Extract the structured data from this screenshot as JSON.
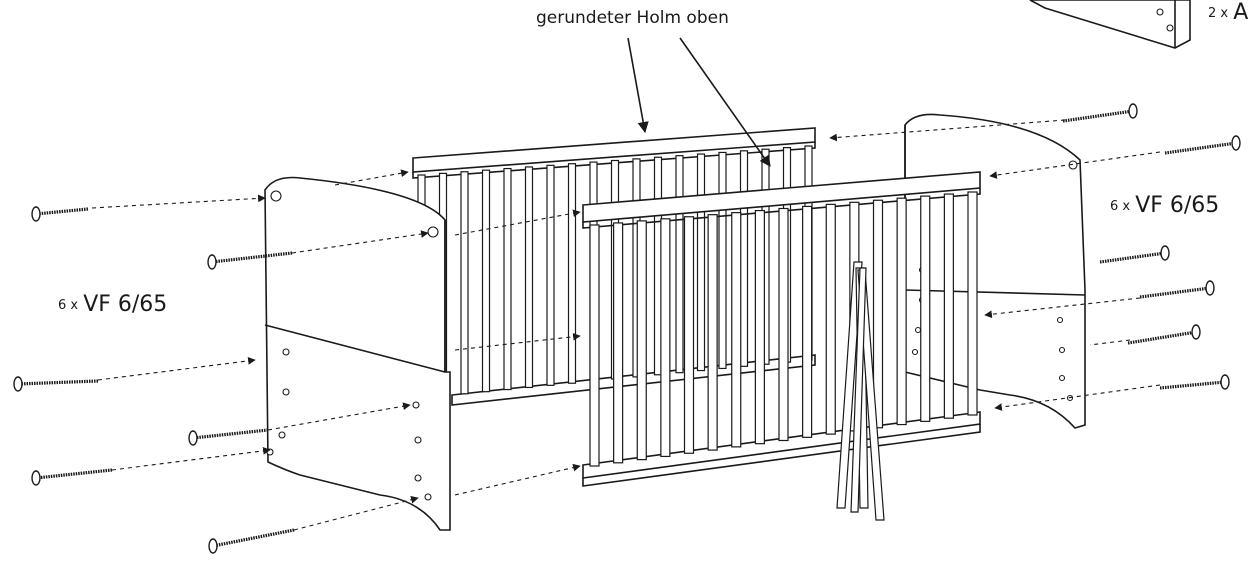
{
  "callout": {
    "text": "gerundeter Holm oben"
  },
  "screw_labels": {
    "left": {
      "qty": "6 x",
      "code": "VF 6/65"
    },
    "right": {
      "qty": "6 x",
      "code": "VF 6/65"
    },
    "top_right": {
      "qty": "2 x",
      "code": "A"
    }
  },
  "colors": {
    "line": "#1a1a1a",
    "background": "#ffffff"
  }
}
